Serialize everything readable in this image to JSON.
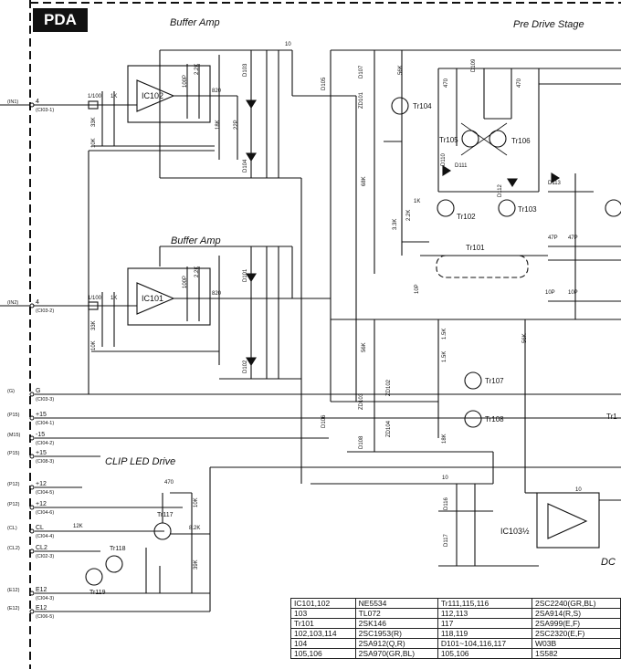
{
  "header": {
    "tag": "PDA"
  },
  "sections": {
    "buffer_amp_1": "Buffer Amp",
    "buffer_amp_2": "Buffer Amp",
    "pre_drive": "Pre Drive Stage",
    "clip_led": "CLIP LED Drive",
    "dc": "DC"
  },
  "ics": {
    "ic102": "IC102",
    "ic101": "IC101",
    "ic103": "IC103½"
  },
  "transistors": {
    "tr104": "Tr104",
    "tr105": "Tr105",
    "tr106": "Tr106",
    "tr102": "Tr102",
    "tr103": "Tr103",
    "tr101": "Tr101",
    "tr107": "Tr107",
    "tr108": "Tr108",
    "tr117": "Tr117",
    "tr118": "Tr118",
    "tr119": "Tr119",
    "tr_edge": "Tr1"
  },
  "diodes": {
    "d103": "D103",
    "d104": "D104",
    "d105": "D105",
    "d107": "D107",
    "zd101": "ZD101",
    "d109": "D109",
    "d110": "D110",
    "d111": "D111",
    "d112": "D112",
    "d113": "D113",
    "d101": "D101",
    "d102": "D102",
    "d106": "D106",
    "zd102": "ZD102",
    "zd103": "ZD103",
    "zd104": "ZD104",
    "d108": "D108",
    "d116": "D116",
    "d117": "D117"
  },
  "values": {
    "r10_top": "10",
    "c1_100": "1/100",
    "r1k_a": "1K",
    "r33k_a": "33K",
    "r10k_a": "10K",
    "c100p_a": "100P",
    "r22k_a": "2.2K",
    "r820_a": "820",
    "r18k_a": "18K",
    "c22p_a": "22P",
    "c1_100_b": "1/100",
    "r1k_b": "1K",
    "r33k_b": "33K",
    "r10k_b": "10K",
    "c100p_b": "100P",
    "r22k_b": "2.2K",
    "r820_b": "820",
    "r56k": "56K",
    "r470_a": "470",
    "r470_b": "470",
    "r68k": "68K",
    "r1k_c": "1K",
    "r22k_c": "2.2K",
    "r33k_c": "3.3K",
    "c47p_a": "47P",
    "c47p_b": "47P",
    "c10p_a": "10P",
    "c10p_b": "10P",
    "c10p_c": "10P",
    "r56k_b": "56K",
    "r56k_c": "56K",
    "r15k_a": "1.5K",
    "r15k_b": "1.5K",
    "r18k_b": "18K",
    "r470_c": "470",
    "r12k": "12K",
    "r10k_c": "10K",
    "r82k": "8.2K",
    "r39k": "39K",
    "r10_b": "10",
    "r10_c": "10"
  },
  "terminals": [
    {
      "net": "(IN1)",
      "num": "4",
      "conn": "(CI03-1)"
    },
    {
      "net": "(IN2)",
      "num": "4",
      "conn": "(CI03-2)"
    },
    {
      "net": "(G)",
      "num": "G",
      "conn": "(CI03-3)"
    },
    {
      "net": "(P15)",
      "num": "+15",
      "conn": "(CI04-1)"
    },
    {
      "net": "(M15)",
      "num": "-15",
      "conn": "(CI04-2)"
    },
    {
      "net": "(P15)",
      "num": "+15",
      "conn": "(CI08-3)"
    },
    {
      "net": "(P12)",
      "num": "+12",
      "conn": "(CI04-5)"
    },
    {
      "net": "(P12)",
      "num": "+12",
      "conn": "(CI04-6)"
    },
    {
      "net": "(CL)",
      "num": "CL",
      "conn": "(CI04-4)"
    },
    {
      "net": "(CL2)",
      "num": "CL2",
      "conn": "(CI02-3)"
    },
    {
      "net": "(E12)",
      "num": "E12",
      "conn": "(CI04-3)"
    },
    {
      "net": "(E12)",
      "num": "E12",
      "conn": "(CI06-5)"
    }
  ],
  "parts_table": [
    [
      "IC101,102",
      "NE5534",
      "Tr111,115,116",
      "2SC2240(GR,BL)"
    ],
    [
      "103",
      "TL072",
      "112,113",
      "2SA914(R,S)"
    ],
    [
      "Tr101",
      "2SK146",
      "117",
      "2SA999(E,F)"
    ],
    [
      "102,103,114",
      "2SC1953(R)",
      "118,119",
      "2SC2320(E,F)"
    ],
    [
      "104",
      "2SA912(Q,R)",
      "D101~104,116,117",
      "W03B"
    ],
    [
      "105,106",
      "2SA970(GR,BL)",
      "105,106",
      "1S582"
    ]
  ]
}
